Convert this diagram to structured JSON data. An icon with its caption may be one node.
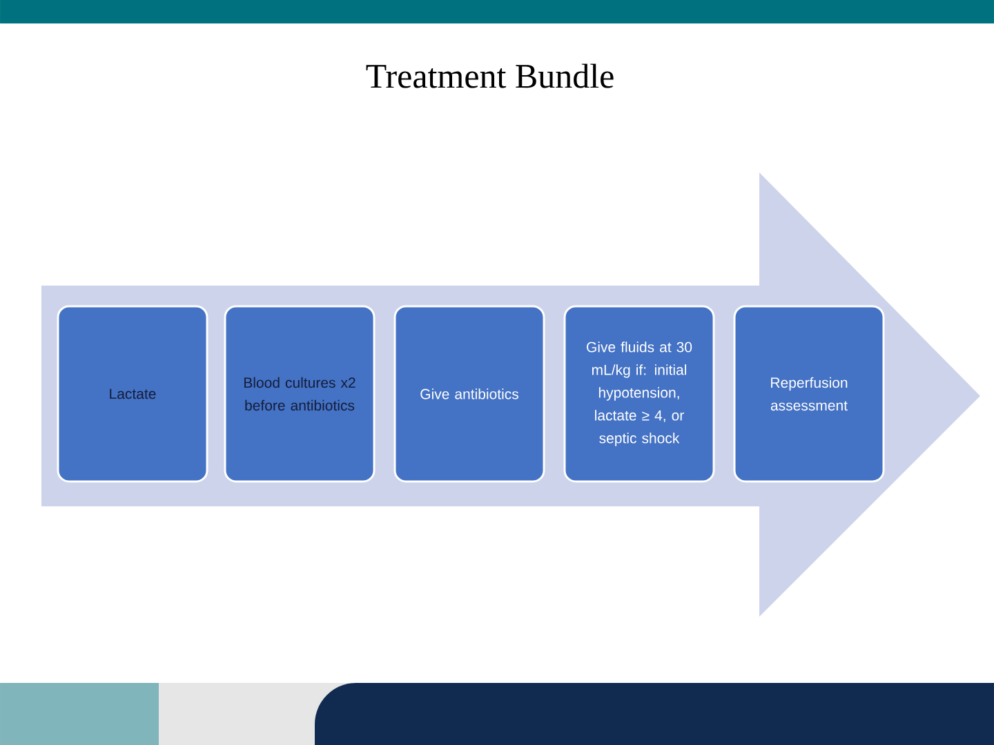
{
  "diagram": {
    "title": "Treatment Bundle",
    "nodes": [
      {
        "text": [
          "Lactate"
        ]
      },
      {
        "text": [
          "Blood cultures x2 before antibiotics"
        ]
      },
      {
        "text": [
          "Give antibiotics"
        ]
      },
      {
        "text": [
          "Give fluids at 30 mL/kg if: initial hypotension, lactate ≥ 4, or septic shock"
        ]
      },
      {
        "text": [
          "Reperfusion assessment"
        ]
      }
    ],
    "edges": []
  }
}
